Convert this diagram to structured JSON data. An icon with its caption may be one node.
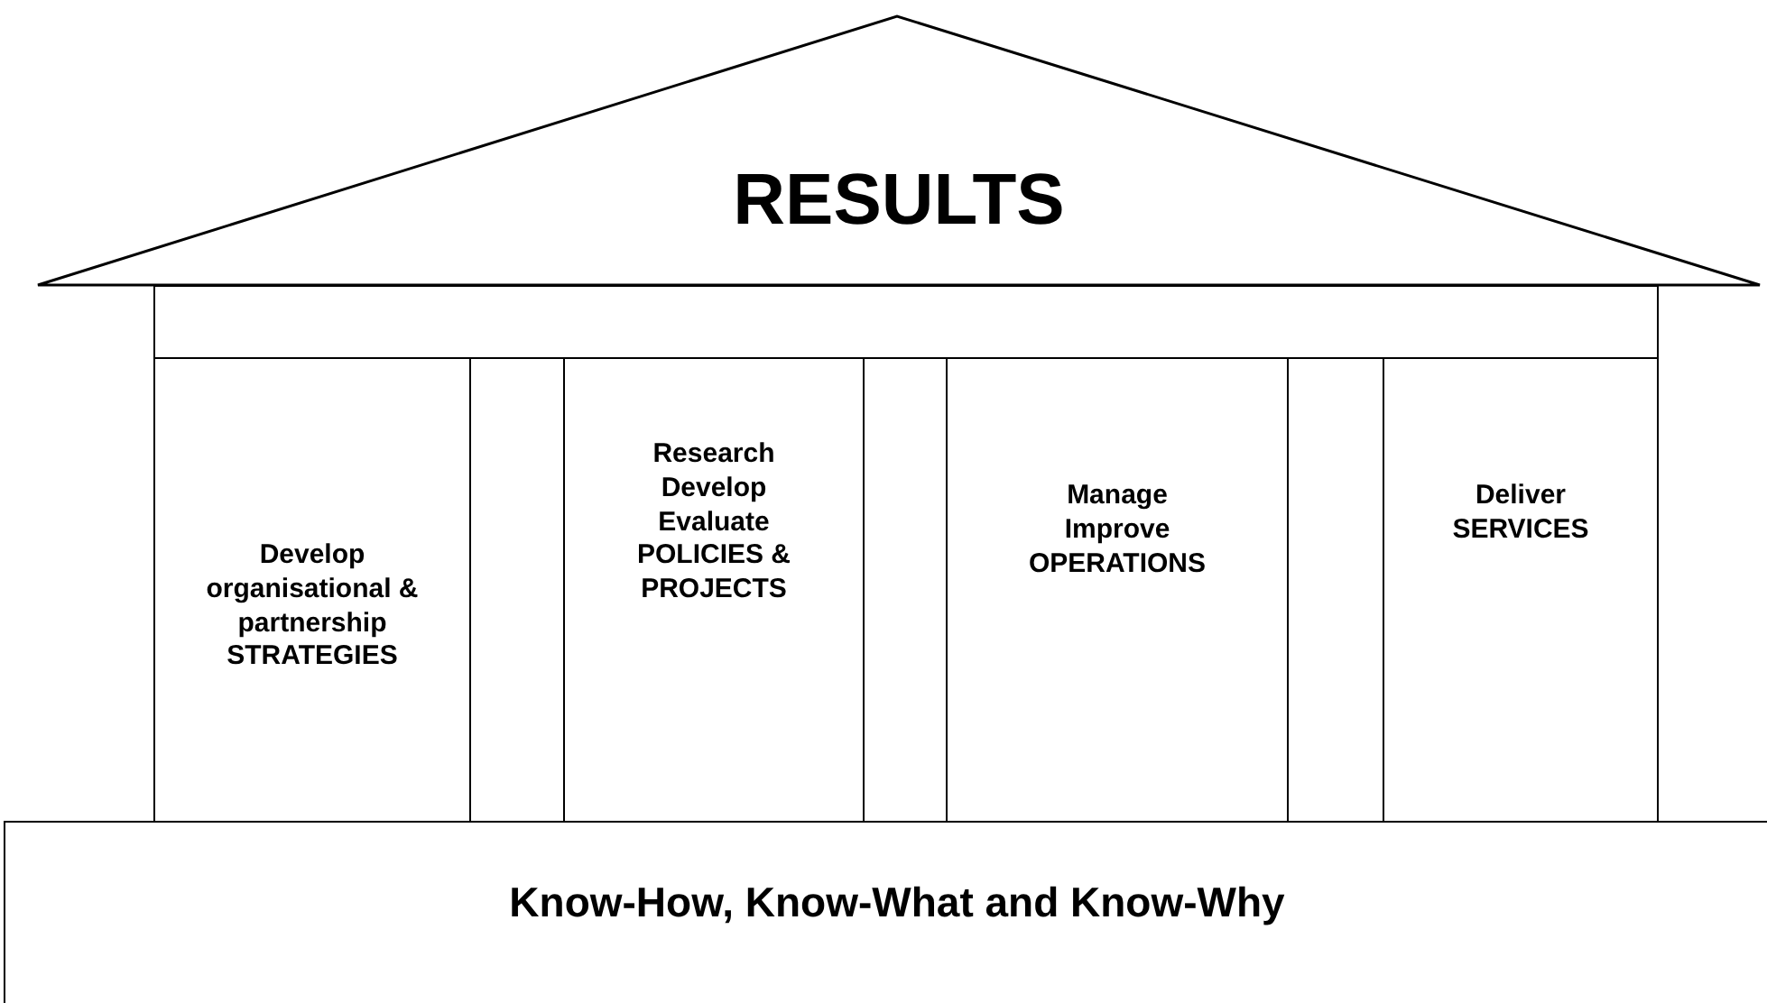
{
  "diagram": {
    "nodes": [
      {
        "text": [
          "RESULTS"
        ]
      },
      {
        "text": [],
        "shape": "box"
      },
      {
        "text": [
          "Develop organisational & partnership STRATEGIES"
        ]
      },
      {
        "text": [],
        "shape": "box"
      },
      {
        "text": [
          "Research Develop Evaluate POLICIES & PROJECTS"
        ]
      },
      {
        "text": [],
        "shape": "box"
      },
      {
        "text": [
          "Manage Improve OPERATIONS"
        ]
      },
      {
        "text": [],
        "shape": "box"
      },
      {
        "text": [
          "Deliver SERVICES"
        ]
      },
      {
        "text": [
          "Know-How, Know-What and Know-Why"
        ]
      }
    ]
  }
}
